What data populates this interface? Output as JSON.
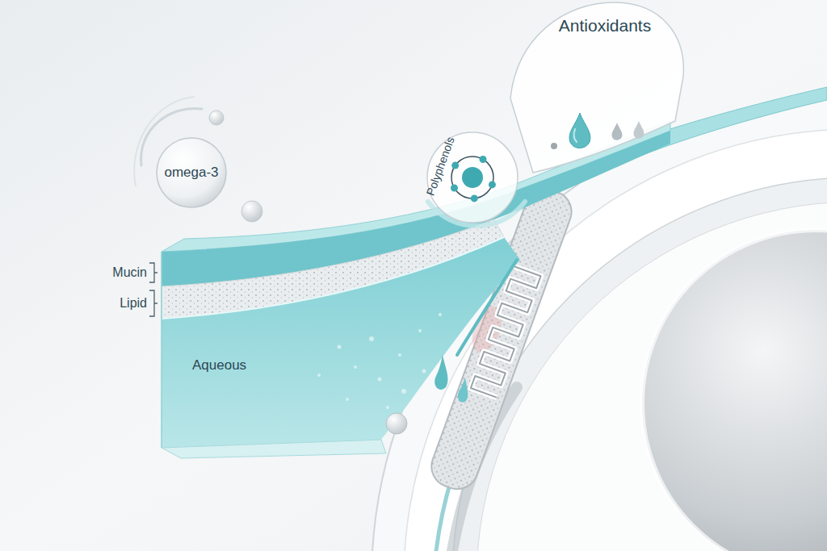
{
  "diagram": {
    "nodes": [
      {
        "text": [
          "omega-3"
        ]
      },
      {
        "text": [
          "Polyphenols"
        ]
      },
      {
        "text": [
          "Antioxidants"
        ]
      },
      {
        "text": [
          "Aqueous"
        ]
      }
    ],
    "labels": [
      "Mucin",
      "Lipid"
    ]
  }
}
